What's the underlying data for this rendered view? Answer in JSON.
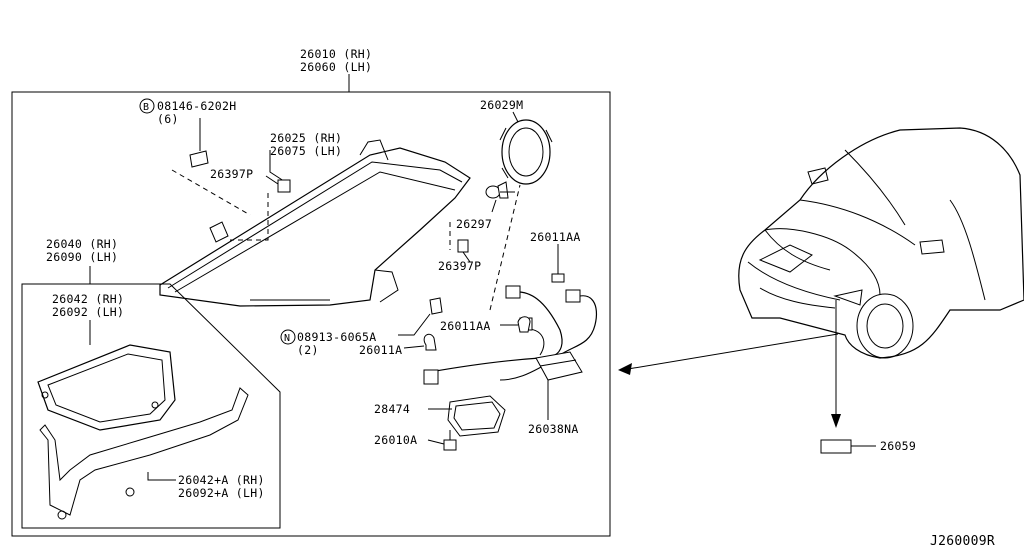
{
  "diagram": {
    "code": "J260009R",
    "labels": {
      "p26010": "26010 (RH)",
      "p26060": "26060 (LH)",
      "bolt_b": "B",
      "bolt_code": "08146-6202H",
      "bolt_qty": "(6)",
      "p26025": "26025 (RH)",
      "p26075": "26075 (LH)",
      "p26397P_a": "26397P",
      "p26029M": "26029M",
      "p26297": "26297",
      "p26397P_b": "26397P",
      "p26011AA_a": "26011AA",
      "p26040": "26040 (RH)",
      "p26090": "26090 (LH)",
      "p26042": "26042 (RH)",
      "p26092": "26092 (LH)",
      "nut_n": "N",
      "nut_code": "08913-6065A",
      "nut_qty": "(2)",
      "p26011A": "26011A",
      "p26011AA_b": "26011AA",
      "p28474": "28474",
      "p26010A": "26010A",
      "p26038NA": "26038NA",
      "p26042A": "26042+A (RH)",
      "p26092A": "26092+A (LH)",
      "p26059": "26059"
    }
  }
}
